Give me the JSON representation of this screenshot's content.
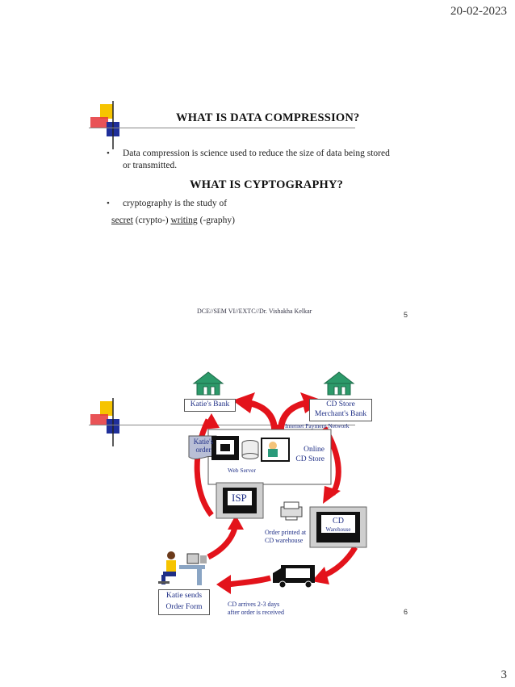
{
  "header": {
    "date": "20-02-2023"
  },
  "slide1": {
    "title1": "WHAT IS DATA COMPRESSION?",
    "bullet1": {
      "line1": "Data compression is science used to reduce the size of data being stored",
      "line2": "or transmitted."
    },
    "title2": "WHAT IS CYPTOGRAPHY?",
    "bullet2": "cryptography is the study of",
    "line3": {
      "w1": "secret",
      "w2": " (crypto-) ",
      "w3": "writing",
      "w4": " (-graphy)"
    },
    "footer": "DCE//SEM VI//EXTC//Dr. Vishakha Kelkar",
    "number": "5",
    "bullet_char": "•"
  },
  "slide2": {
    "katies_bank": "Katie's Bank",
    "cd_store_bank": {
      "line1": "CD Store",
      "line2": "Merchant's Bank"
    },
    "payment_network": "Internet Payment Network",
    "katies_order": {
      "line1": "Katie's",
      "line2": "order"
    },
    "online_store": {
      "line1": "Online",
      "line2": "CD  Store"
    },
    "web_server": "Web Server",
    "isp": "ISP",
    "cd_warehouse": {
      "line1": "CD",
      "line2": "Warehouse"
    },
    "order_printed": {
      "line1": "Order printed at",
      "line2": "CD warehouse"
    },
    "katie_sends": {
      "line1": "Katie sends",
      "line2": "Order Form"
    },
    "cd_arrives": {
      "line1": "CD arrives 2-3 days",
      "line2": "after order is received"
    },
    "number": "6"
  },
  "page_number": "3",
  "colors": {
    "arrow_red": "#e3131b",
    "accent_blue": "#1f2f86",
    "deco_yellow": "#f6c400",
    "deco_blue": "#1f2f9a",
    "deco_red": "#e5353a",
    "bank_green": "#2c9a6a"
  }
}
